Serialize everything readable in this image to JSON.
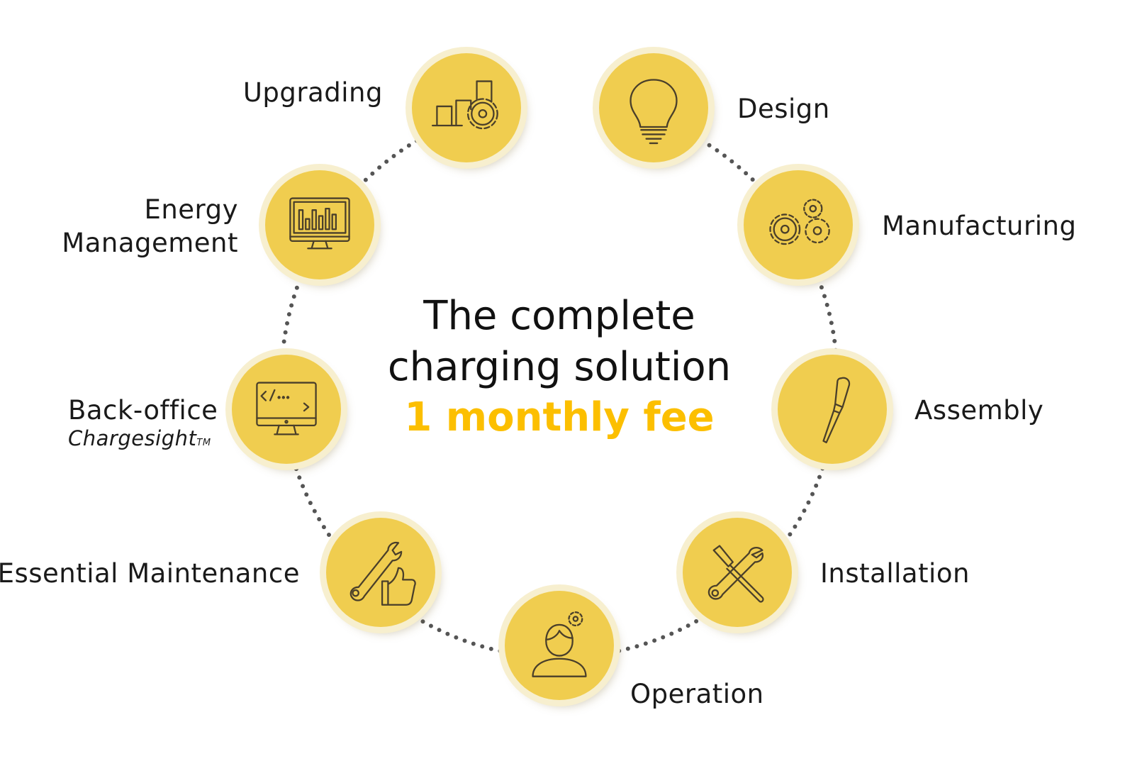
{
  "center": {
    "line1": "The complete",
    "line2": "charging solution",
    "highlight": "1 monthly fee"
  },
  "colors": {
    "circle": "#f0cd4f",
    "accent": "#fcbf00",
    "dots": "#555555"
  },
  "steps": [
    {
      "label": "Design",
      "icon": "lightbulb-icon"
    },
    {
      "label": "Manufacturing",
      "icon": "gears-icon"
    },
    {
      "label": "Assembly",
      "icon": "screwdriver-icon"
    },
    {
      "label": "Installation",
      "icon": "wrench-screwdriver-icon"
    },
    {
      "label": "Operation",
      "icon": "person-gear-icon"
    },
    {
      "label": "Essential Maintenance",
      "icon": "wrench-thumbs-up-icon"
    },
    {
      "label": "Back-office",
      "sublabel": "Chargesight",
      "trademark": "TM",
      "icon": "code-monitor-icon"
    },
    {
      "label_line1": "Energy",
      "label_line2": "Management",
      "icon": "monitor-chart-icon"
    },
    {
      "label": "Upgrading",
      "icon": "chart-gear-icon"
    }
  ]
}
